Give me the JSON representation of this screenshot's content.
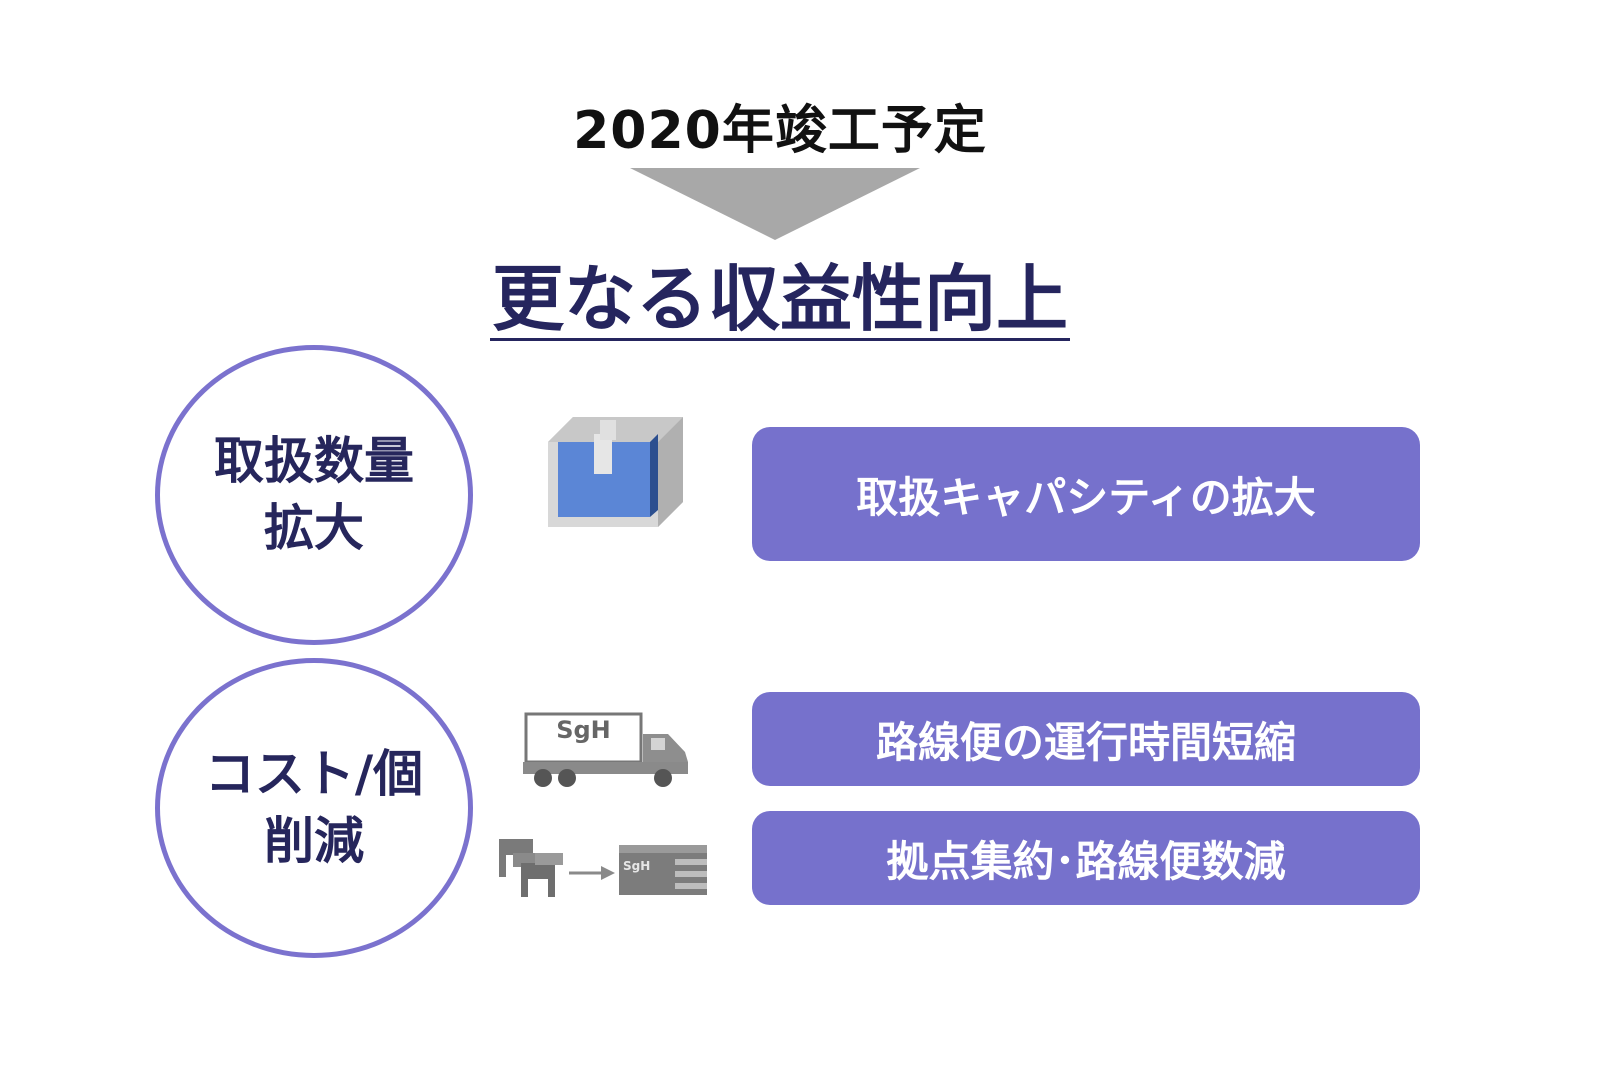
{
  "completion_note": "2020年竣工予定",
  "headline": "更なる収益性向上",
  "colors": {
    "accent": "#7671cc",
    "circle_border": "#7b72ce",
    "dark_text": "#26265c",
    "arrow": "#a8a8a8"
  },
  "groups": [
    {
      "circle_lines": [
        "取扱数量",
        "拡大"
      ],
      "icons": [
        "parcel-box-icon"
      ],
      "measures": [
        "取扱キャパシティの拡大"
      ]
    },
    {
      "circle_lines": [
        "コスト/個",
        "削減"
      ],
      "icons": [
        "truck-icon",
        "hub-consolidation-icon"
      ],
      "measures": [
        "路線便の運行時間短縮",
        "拠点集約･路線便数減"
      ]
    }
  ],
  "truck_label": "SgH",
  "facility_label": "SgH"
}
